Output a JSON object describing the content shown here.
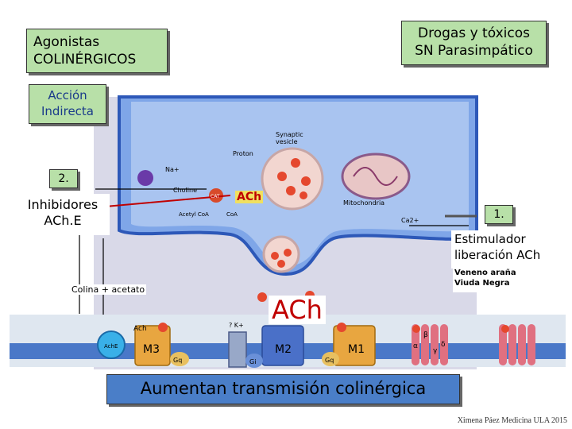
{
  "title_left": {
    "line1": "Agonistas",
    "line2": "COLINÉRGICOS"
  },
  "title_right": {
    "line1": "Drogas y tóxicos",
    "line2": "SN Parasimpático"
  },
  "indirect_action": {
    "line1": "Acción",
    "line2": "Indirecta"
  },
  "marker_2": "2.",
  "marker_1": "1.",
  "inhibitors": {
    "line1": "Inhibidores",
    "line2": "ACh.E"
  },
  "stimulator": {
    "line1": "Estimulador",
    "line2": "liberación ACh"
  },
  "venom": {
    "line1": "Veneno araña",
    "line2": "Viuda Negra"
  },
  "choline_acetate": "Colina + acetato",
  "ach_small": "ACh",
  "ach_big": "ACh",
  "bottom_banner": "Aumentan transmisión colinérgica",
  "credit": "Ximena Páez Medicina ULA 2015",
  "diagram_labels": {
    "synaptic_vesicle_1": "Synaptic",
    "synaptic_vesicle_2": "vesicle",
    "proton": "Proton",
    "na": "Na+",
    "choline": "Choline",
    "cat": "CAT",
    "acetyl_coa": "Acetyl CoA",
    "coa": "CoA",
    "mitochondria": "Mitochondria",
    "ca": "Ca2+",
    "ache": "AchE",
    "ach_post": "Ach",
    "k": "? K+",
    "m3": "M3",
    "m2": "M2",
    "m1": "M1",
    "gq1": "Gq",
    "gi": "Gi",
    "gq2": "Gq",
    "alpha": "α",
    "beta": "β",
    "gamma": "γ",
    "delta": "δ"
  },
  "colors": {
    "box_green": "#b8e0a8",
    "box_blue": "#4a7ec8",
    "membrane": "#3f6fd0",
    "vesicle": "#e87a6a"
  }
}
